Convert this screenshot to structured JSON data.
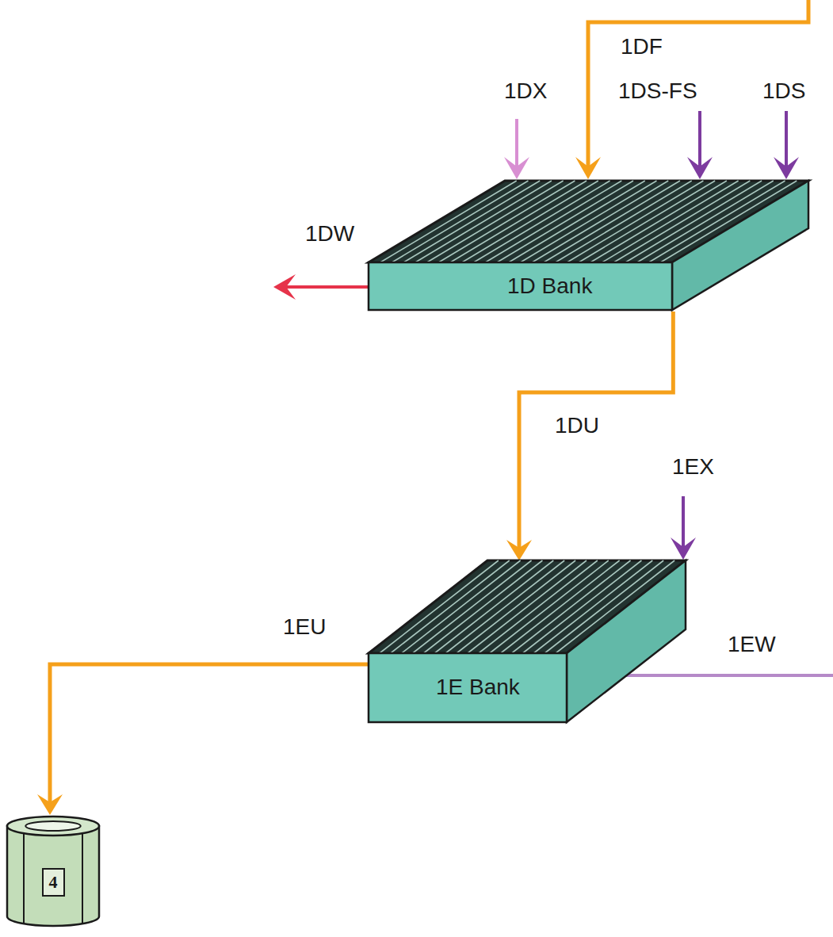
{
  "diagram": {
    "nodes": [
      {
        "text": [
          "1D Bank"
        ]
      },
      {
        "text": [
          "1E Bank"
        ]
      },
      {
        "text": [
          "4"
        ]
      }
    ],
    "edges": [
      {
        "from": 0,
        "to": 1,
        "arrow": "to",
        "label": "1DU"
      },
      {
        "from": 1,
        "to": 2,
        "arrow": "to",
        "label": "1EU"
      }
    ],
    "labels": [
      "1DF",
      "1DX",
      "1DS-FS",
      "1DS",
      "1DW",
      "1EX",
      "1EW"
    ]
  }
}
